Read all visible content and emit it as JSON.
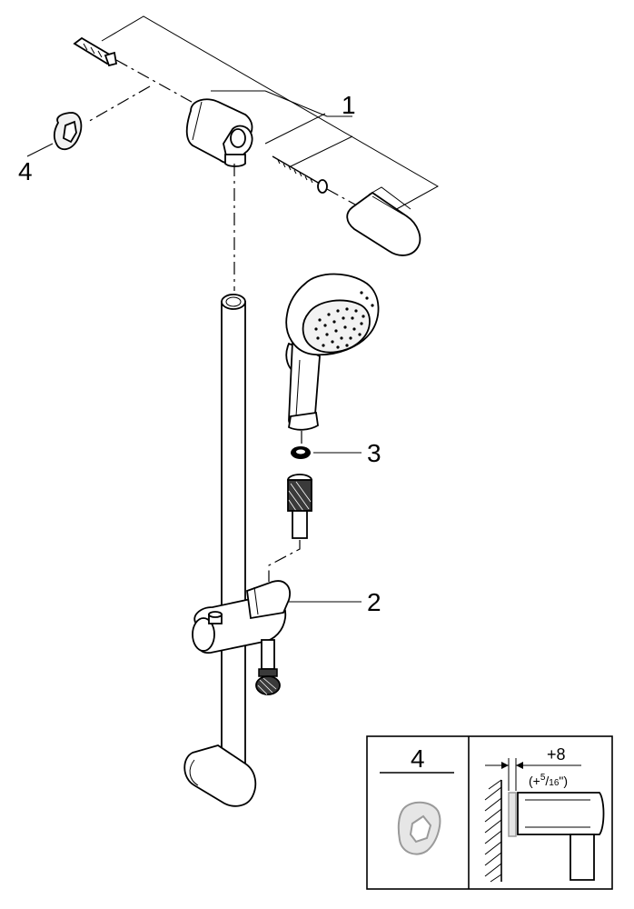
{
  "callouts": {
    "one": "1",
    "two": "2",
    "three": "3",
    "four": "4"
  },
  "detail_box": {
    "item_label": "4",
    "dimension_main": "+8",
    "dimension_open": "(+",
    "dimension_num": "5",
    "dimension_sep": "/",
    "dimension_den": "16",
    "dimension_close": "\")"
  }
}
